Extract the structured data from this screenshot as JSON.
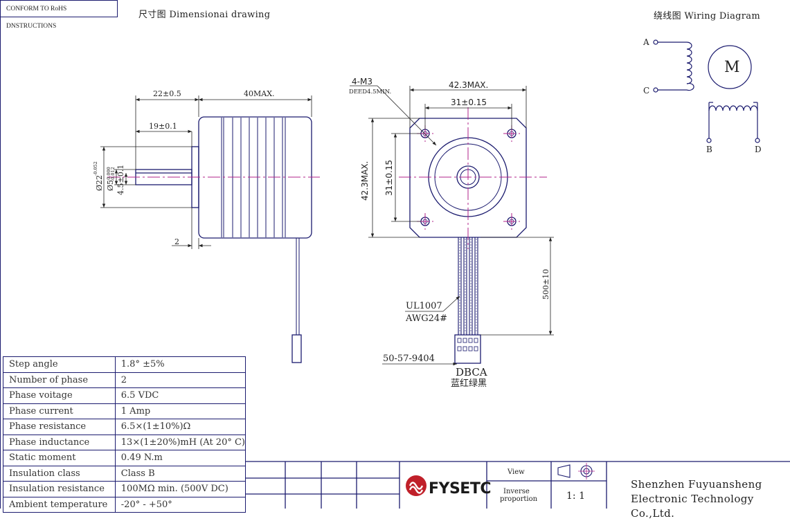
{
  "header": {
    "badge": "CONFORM TO RoHS DNSTRUCTIONS",
    "dimensional_title": "尺寸图 Dimensionai drawing",
    "wiring_title": "绕线图 Wiring Diagram"
  },
  "side_view": {
    "dim_shaft_total": "22±0.5",
    "dim_body_length": "40MAX.",
    "dim_flat_length": "19±0.1",
    "dim_boss": "2",
    "dim_boss_dia": "Ø22",
    "dim_boss_tol": "-0.052",
    "dim_shaft_dia": "Ø5",
    "dim_shaft_tol_a": "-0.000",
    "dim_shaft_tol_b": "-0.012",
    "dim_flat_depth": "4.5±0.1"
  },
  "front_view": {
    "dim_width": "42.3MAX.",
    "dim_hole_spacing_x": "31±0.15",
    "dim_height": "42.3MAX.",
    "dim_hole_spacing_y": "31±0.15",
    "screw_callout": "4-M3",
    "screw_depth": "DEED4.5MIN.",
    "cable_length": "500±10",
    "cable_type": "UL1007",
    "cable_gauge": "AWG24#",
    "connector_part": "50-57-9404",
    "connector_order": "DBCA",
    "wire_colors": "蓝红绿黑"
  },
  "wiring": {
    "label_a": "A",
    "label_c": "C",
    "label_b": "B",
    "label_d": "D",
    "motor": "M"
  },
  "specs": [
    {
      "key": "Step angle",
      "value": "1.8° ±5%"
    },
    {
      "key": "Number of phase",
      "value": "2"
    },
    {
      "key": "Phase voitage",
      "value": "6.5 VDC"
    },
    {
      "key": "Phase current",
      "value": "1 Amp"
    },
    {
      "key": "Phase resistance",
      "value": "6.5×(1±10%)Ω"
    },
    {
      "key": "Phase inductance",
      "value": "13×(1±20%)mH (At 20° C)"
    },
    {
      "key": "Static moment",
      "value": "0.49 N.m"
    },
    {
      "key": "Insulation class",
      "value": "Class B"
    },
    {
      "key": "Insulation resistance",
      "value": "100MΩ  min. (500V DC)"
    },
    {
      "key": "Ambient temperature",
      "value": "-20° - +50°"
    }
  ],
  "title_block": {
    "brand": "FYSETC",
    "view_label": "View",
    "inverse_label": "Inverse",
    "proportion_label": "proportion",
    "scale": "1: 1",
    "company_line1": "Shenzhen Fuyuansheng",
    "company_line2": "Electronic Technology",
    "company_line3": "Co.,Ltd."
  },
  "colors": {
    "outline": "#1a1a6e",
    "centerline": "#b0208a",
    "brand_red": "#c0202a"
  }
}
